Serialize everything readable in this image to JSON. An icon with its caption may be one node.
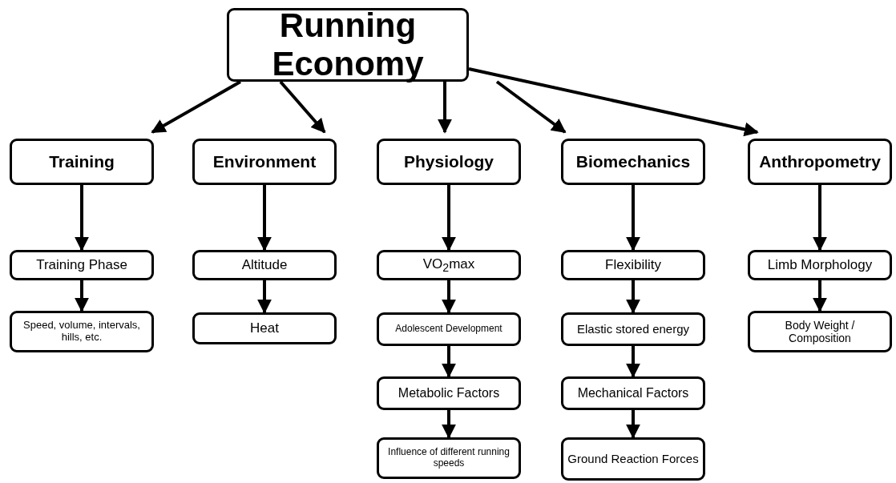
{
  "diagram": {
    "nodes": [
      {
        "text": [
          "Running Economy"
        ]
      },
      {
        "text": [
          "Training"
        ]
      },
      {
        "text": [
          "Environment"
        ]
      },
      {
        "text": [
          "Physiology"
        ]
      },
      {
        "text": [
          "Biomechanics"
        ]
      },
      {
        "text": [
          "Anthropometry"
        ]
      },
      {
        "text": [
          "Training Phase"
        ]
      },
      {
        "text": [
          "Altitude"
        ]
      },
      {
        "text": [
          "VO$_{2}$max"
        ]
      },
      {
        "text": [
          "Flexibility"
        ]
      },
      {
        "text": [
          "Limb Morphology"
        ]
      },
      {
        "text": [
          "Speed, volume, intervals, hills, etc."
        ]
      },
      {
        "text": [
          "Heat"
        ]
      },
      {
        "text": [
          "Adolescent Development"
        ]
      },
      {
        "text": [
          "Elastic stored energy"
        ]
      },
      {
        "text": [
          "Body Weight / Composition"
        ]
      },
      {
        "text": [
          "Metabolic Factors"
        ]
      },
      {
        "text": [
          "Mechanical Factors"
        ]
      },
      {
        "text": [
          "Influence of different running speeds"
        ]
      },
      {
        "text": [
          "Ground Reaction Forces"
        ]
      }
    ],
    "edges": [
      {
        "from": 0,
        "to": 1,
        "arrow": "to"
      },
      {
        "from": 0,
        "to": 2,
        "arrow": "to"
      },
      {
        "from": 0,
        "to": 3,
        "arrow": "to"
      },
      {
        "from": 0,
        "to": 4,
        "arrow": "to"
      },
      {
        "from": 0,
        "to": 5,
        "arrow": "to"
      },
      {
        "from": 1,
        "to": 6,
        "arrow": "to"
      },
      {
        "from": 2,
        "to": 7,
        "arrow": "to"
      },
      {
        "from": 3,
        "to": 8,
        "arrow": "to"
      },
      {
        "from": 4,
        "to": 9,
        "arrow": "to"
      },
      {
        "from": 5,
        "to": 10,
        "arrow": "to"
      },
      {
        "from": 6,
        "to": 11,
        "arrow": "to"
      },
      {
        "from": 7,
        "to": 12,
        "arrow": "to"
      },
      {
        "from": 8,
        "to": 13,
        "arrow": "to"
      },
      {
        "from": 9,
        "to": 14,
        "arrow": "to"
      },
      {
        "from": 10,
        "to": 15,
        "arrow": "to"
      },
      {
        "from": 13,
        "to": 16,
        "arrow": "to"
      },
      {
        "from": 14,
        "to": 17,
        "arrow": "to"
      },
      {
        "from": 16,
        "to": 18,
        "arrow": "to"
      },
      {
        "from": 17,
        "to": 19,
        "arrow": "to"
      }
    ]
  }
}
